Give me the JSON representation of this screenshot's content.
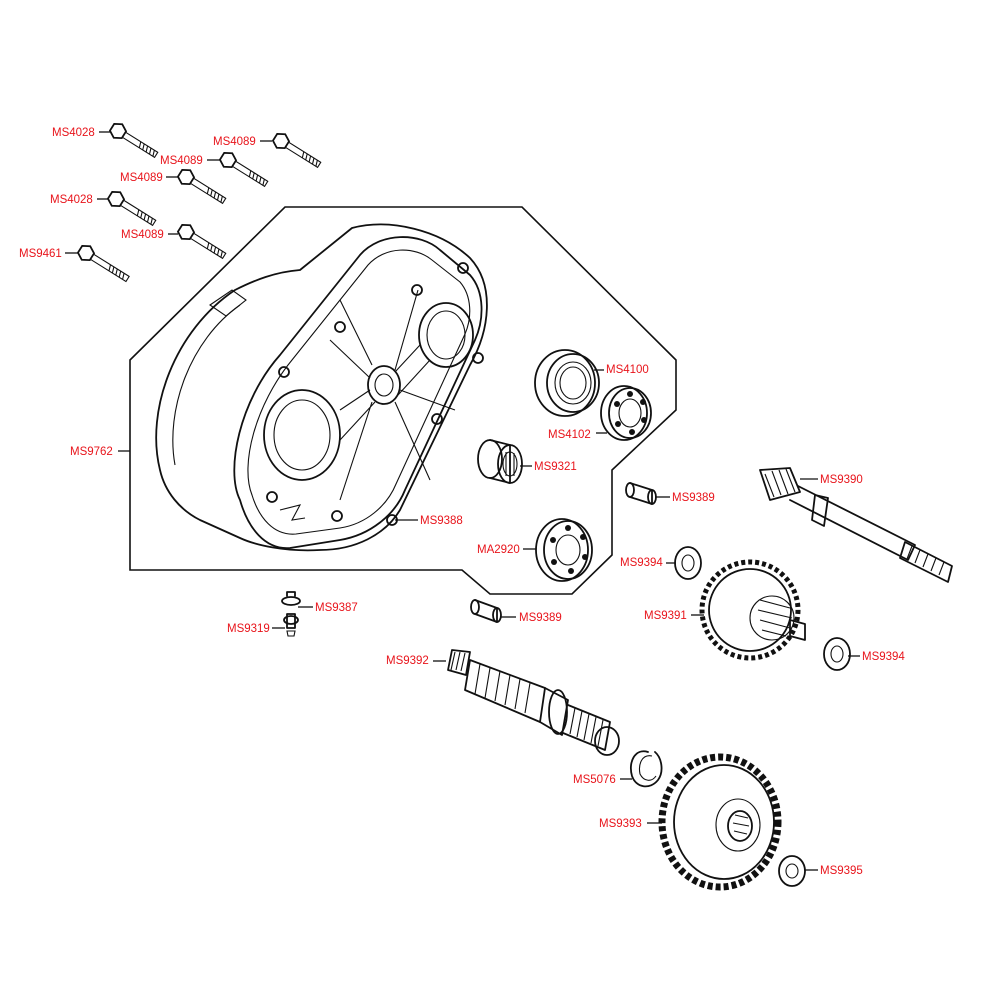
{
  "callouts": [
    {
      "id": "ms4028-a",
      "text": "MS4028"
    },
    {
      "id": "ms4089-a",
      "text": "MS4089"
    },
    {
      "id": "ms4089-b",
      "text": "MS4089"
    },
    {
      "id": "ms4089-c",
      "text": "MS4089"
    },
    {
      "id": "ms4028-b",
      "text": "MS4028"
    },
    {
      "id": "ms4089-d",
      "text": "MS4089"
    },
    {
      "id": "ms9461",
      "text": "MS9461"
    },
    {
      "id": "ms9762",
      "text": "MS9762"
    },
    {
      "id": "ms4100",
      "text": "MS4100"
    },
    {
      "id": "ms4102",
      "text": "MS4102"
    },
    {
      "id": "ms9321",
      "text": "MS9321"
    },
    {
      "id": "ms9388",
      "text": "MS9388"
    },
    {
      "id": "ma2920",
      "text": "MA2920"
    },
    {
      "id": "ms9389-a",
      "text": "MS9389"
    },
    {
      "id": "ms9390",
      "text": "MS9390"
    },
    {
      "id": "ms9394-a",
      "text": "MS9394"
    },
    {
      "id": "ms9391",
      "text": "MS9391"
    },
    {
      "id": "ms9389-b",
      "text": "MS9389"
    },
    {
      "id": "ms9387",
      "text": "MS9387"
    },
    {
      "id": "ms9319",
      "text": "MS9319"
    },
    {
      "id": "ms9394-b",
      "text": "MS9394"
    },
    {
      "id": "ms9392",
      "text": "MS9392"
    },
    {
      "id": "ms5076",
      "text": "MS5076"
    },
    {
      "id": "ms9393",
      "text": "MS9393"
    },
    {
      "id": "ms9395",
      "text": "MS9395"
    }
  ],
  "colors": {
    "label": "#e8141b",
    "ink": "#111111",
    "background": "#ffffff"
  }
}
